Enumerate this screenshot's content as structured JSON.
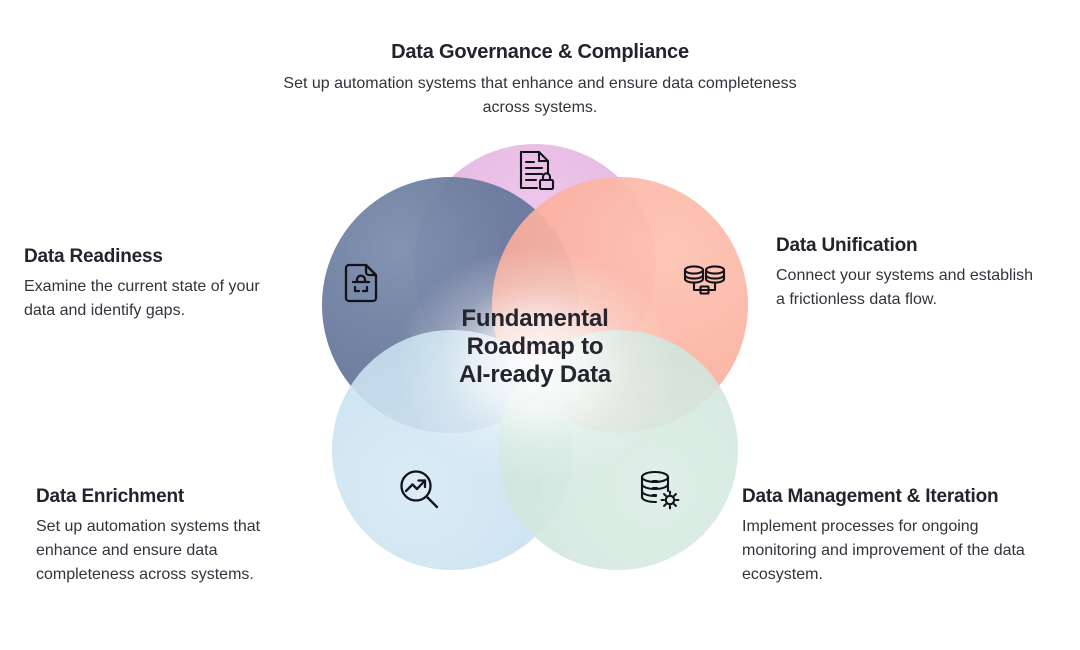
{
  "diagram": {
    "center_title": "Fundamental Roadmap to AI-ready Data",
    "center_line1": "Fundamental",
    "center_line2": "Roadmap to",
    "center_line3": "AI-ready Data"
  },
  "sections": {
    "governance": {
      "title": "Data Governance & Compliance",
      "description": "Set up automation systems that enhance and ensure data completeness across systems.",
      "icon": "document-lock-icon",
      "circle_color": "#e3b5e0"
    },
    "readiness": {
      "title": "Data Readiness",
      "description": "Examine the current state of your data and identify gaps.",
      "icon": "document-analysis-icon",
      "circle_color": "#667a9c"
    },
    "unification": {
      "title": "Data Unification",
      "description": "Connect your systems and establish a frictionless data flow.",
      "icon": "connected-databases-icon",
      "circle_color": "#fbb3a1"
    },
    "enrichment": {
      "title": "Data Enrichment",
      "description": "Set up automation systems that enhance and ensure data completeness across systems.",
      "icon": "magnifier-trend-icon",
      "circle_color": "#c9e2f0"
    },
    "management": {
      "title": "Data Management & Iteration",
      "description": "Implement processes for ongoing monitoring and improvement of the data ecosystem.",
      "icon": "database-gear-icon",
      "circle_color": "#d2e7de"
    }
  },
  "theme": {
    "background": "#ffffff",
    "heading_color": "#23232d",
    "body_color": "#33333d",
    "icon_color": "#12121a"
  }
}
